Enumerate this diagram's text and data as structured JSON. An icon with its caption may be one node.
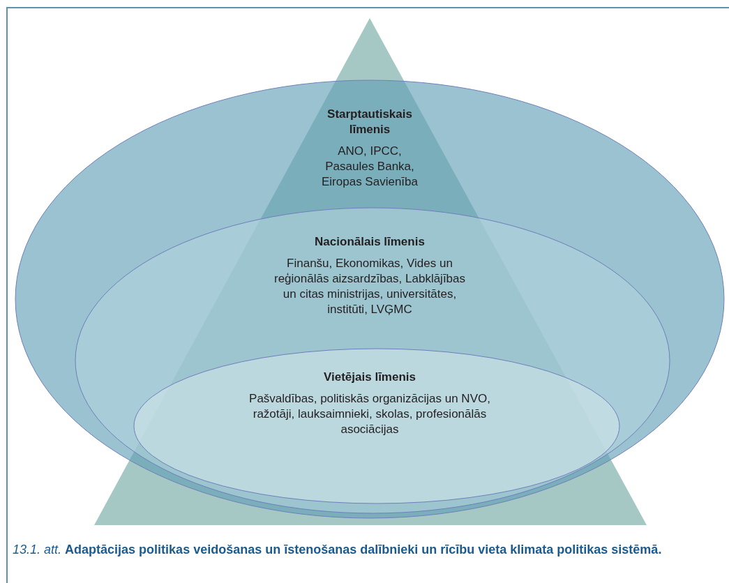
{
  "diagram": {
    "caption": "*13.1. att.* **Adaptācijas politikas veidošanas un īstenošanas dalībnieki un rīcību vieta klimata politikas sistēmā.**",
    "nodes": [
      {
        "text": [
          "Starptautiskais līmenis",
          "ANO, IPCC, Pasaules Banka, Eiropas Savienība"
        ]
      },
      {
        "text": [
          "Nacionālais līmenis",
          "Finanšu, Ekonomikas, Vides un reģionālās aizsardzības, Labklājības un citas ministrijas, universitātes, institūti, LVĢMC"
        ],
        "in": 0
      },
      {
        "text": [
          "Vietējais līmenis",
          "Pašvaldības, politiskās organizācijas un NVO, ražotāji, lauksaimnieki, skolas, profesionālās asociācijas"
        ],
        "in": 1
      }
    ]
  }
}
